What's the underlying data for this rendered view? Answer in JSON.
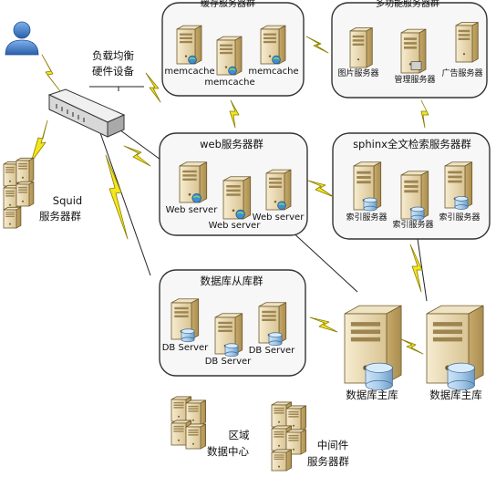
{
  "diagram": {
    "clusters": {
      "cache": {
        "title": "缓存服务器群",
        "servers": [
          "memcache",
          "memcache",
          "memcache"
        ]
      },
      "multi": {
        "title": "多功能服务器群",
        "servers": [
          "图片服务器",
          "管理服务器",
          "广告服务器"
        ]
      },
      "web": {
        "title": "web服务器群",
        "servers": [
          "Web server",
          "Web server",
          "Web server"
        ]
      },
      "sphinx": {
        "title": "sphinx全文检索服务器群",
        "servers": [
          "索引服务器",
          "索引服务器",
          "索引服务器"
        ]
      },
      "db_slave": {
        "title": "数据库从库群",
        "servers": [
          "DB Server",
          "DB Server",
          "DB Server"
        ]
      }
    },
    "load_balancer": {
      "line1": "负载均衡",
      "line2": "硬件设备"
    },
    "squid": {
      "line1": "Squid",
      "line2": "服务器群"
    },
    "db_master": [
      "数据库主库",
      "数据库主库"
    ],
    "regional_dc": {
      "line1": "区域",
      "line2": "数据中心"
    },
    "middleware": {
      "line1": "中间件",
      "line2": "服务器群"
    }
  },
  "colors": {
    "lightning": "#f4e61c",
    "lightning_stroke": "#8a7d00",
    "server_body": "#e8d9b0",
    "server_dark": "#b89c5e",
    "cluster_border": "#333333",
    "cluster_fill": "#f7f7f7",
    "user_blue": "#3a78c8",
    "db_cylinder": "#9fc6e8"
  }
}
